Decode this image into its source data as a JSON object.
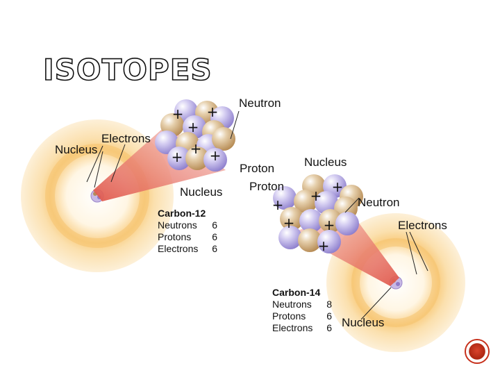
{
  "slide": {
    "title": "ISOTOPES"
  },
  "carbon12": {
    "labels": {
      "neutron": "Neutron",
      "electrons": "Electrons",
      "nucleus_left": "Nucleus",
      "nucleus_bottom": "Nucleus"
    },
    "info": {
      "heading": "Carbon-12",
      "rows": [
        {
          "label": "Neutrons",
          "value": "6"
        },
        {
          "label": "Protons",
          "value": "6"
        },
        {
          "label": "Electrons",
          "value": "6"
        }
      ]
    },
    "proton_sign": "+"
  },
  "carbon14": {
    "labels": {
      "proton_1": "Proton",
      "proton_2": "Proton",
      "nucleus_top": "Nucleus",
      "neutron": "Neutron",
      "electrons": "Electrons",
      "nucleus_bottom": "Nucleus"
    },
    "info": {
      "heading": "Carbon-14",
      "rows": [
        {
          "label": "Neutrons",
          "value": "8"
        },
        {
          "label": "Protons",
          "value": "6"
        },
        {
          "label": "Electrons",
          "value": "6"
        }
      ]
    },
    "proton_sign": "+"
  },
  "colors": {
    "proton": "#a79bd8",
    "neutron": "#c9a36f",
    "atom_outer": "#fde9c0",
    "atom_inner": "#f7c77a",
    "beam": "#e36a5a",
    "nav_button": "#c7311c"
  },
  "nav": {
    "icon": "circle-button-icon"
  }
}
